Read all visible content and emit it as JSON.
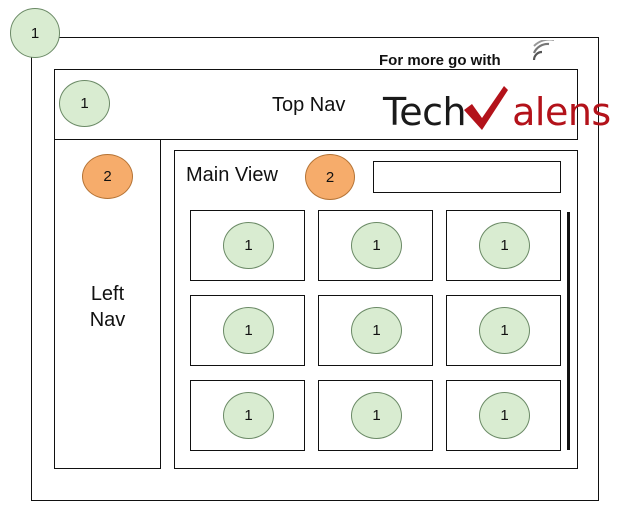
{
  "outer_badge": "1",
  "top_nav": {
    "label": "Top Nav",
    "badge": "1"
  },
  "left_nav": {
    "label_line1": "Left",
    "label_line2": "Nav",
    "badge": "2"
  },
  "main_view": {
    "label": "Main View",
    "badge": "2"
  },
  "grid": {
    "badges": [
      "1",
      "1",
      "1",
      "1",
      "1",
      "1",
      "1",
      "1",
      "1"
    ]
  },
  "promo": {
    "tagline": "For more go with",
    "brand_part1": "Tech",
    "brand_part2": "alens",
    "colors": {
      "brand_dark": "#1a1a1a",
      "brand_red": "#b3121a"
    }
  },
  "colors": {
    "green_badge": "#d9ecd1",
    "orange_badge": "#f6ac6b"
  }
}
